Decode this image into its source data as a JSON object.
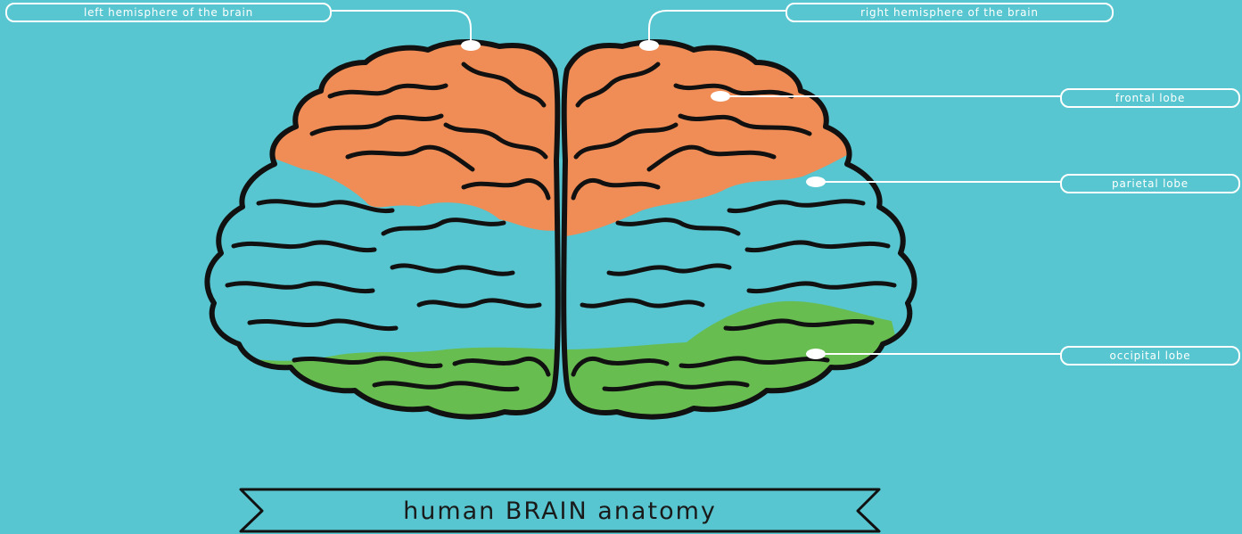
{
  "labels": {
    "left_hemisphere": "left hemisphere of the brain",
    "right_hemisphere": "right hemisphere of the brain",
    "frontal_lobe": "frontal lobe",
    "parietal_lobe": "parietal lobe",
    "occipital_lobe": "occipital lobe"
  },
  "title": "human BRAIN anatomy",
  "colors": {
    "background": "#57c6d0",
    "frontal": "#f08c55",
    "parietal": "#57c6d0",
    "occipital": "#67bd4f",
    "outline": "#111111",
    "label": "#ffffff"
  }
}
